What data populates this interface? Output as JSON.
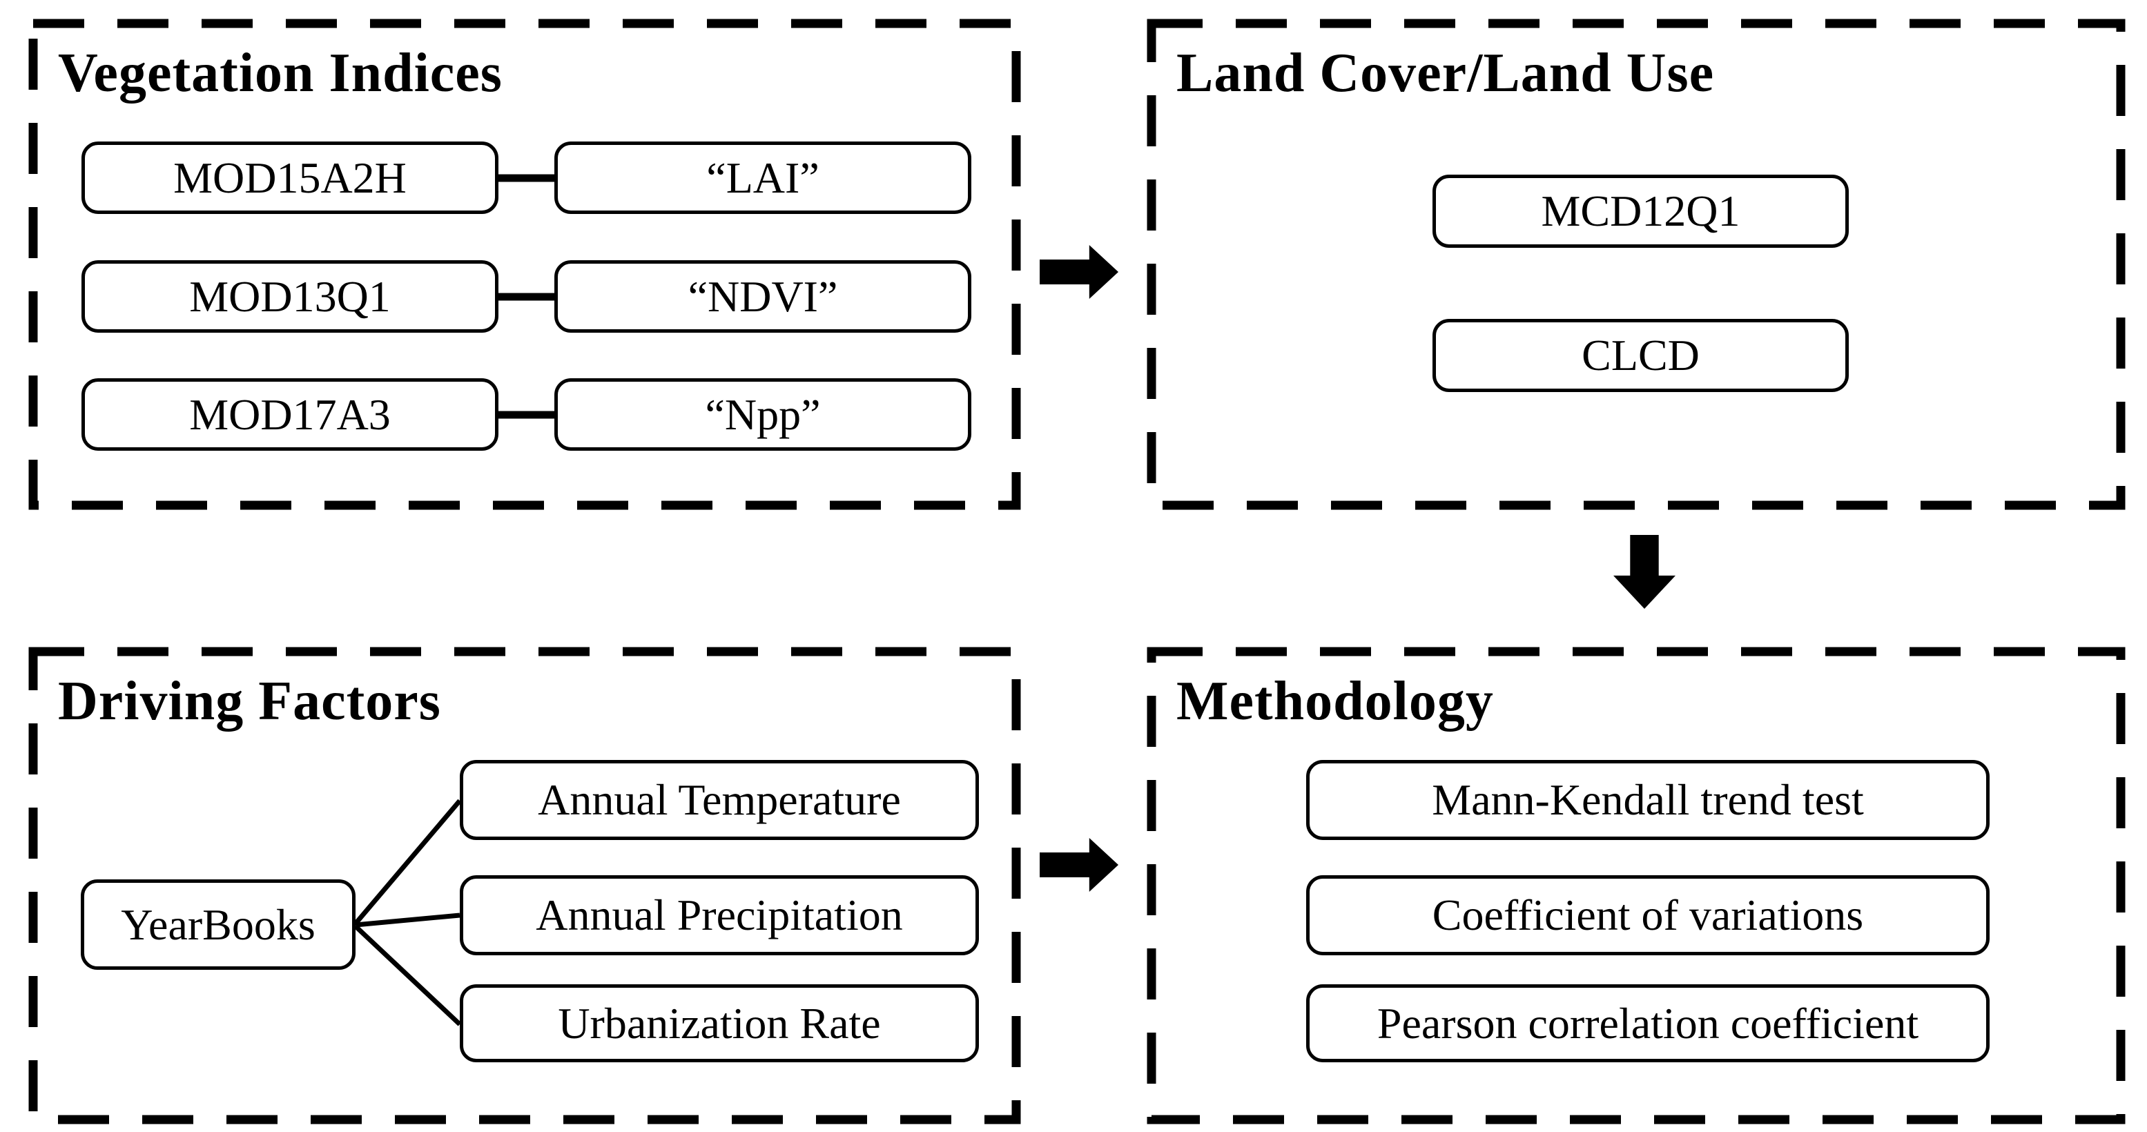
{
  "figure": {
    "colors": {
      "background": "#ffffff",
      "line": "#000000"
    },
    "panels": {
      "vegetation": {
        "title": "Vegetation Indices",
        "pairs": [
          {
            "product": "MOD15A2H",
            "index": "“LAI”"
          },
          {
            "product": "MOD13Q1",
            "index": "“NDVI”"
          },
          {
            "product": "MOD17A3",
            "index": "“Npp”"
          }
        ]
      },
      "land_cover": {
        "title": "Land Cover/Land Use",
        "products": [
          "MCD12Q1",
          "CLCD"
        ]
      },
      "driving_factors": {
        "title": "Driving Factors",
        "source": "YearBooks",
        "factors": [
          "Annual Temperature",
          "Annual Precipitation",
          "Urbanization Rate"
        ]
      },
      "methodology": {
        "title": "Methodology",
        "methods": [
          "Mann-Kendall trend test",
          "Coefficient of variations",
          "Pearson correlation coefficient"
        ]
      }
    }
  }
}
